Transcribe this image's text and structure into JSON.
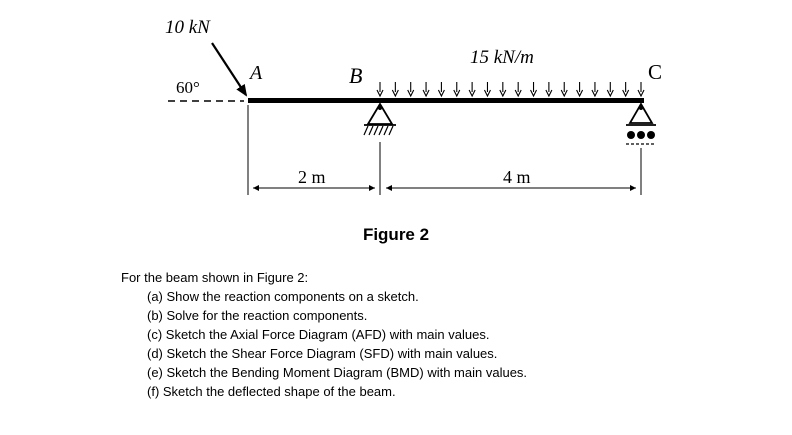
{
  "figure": {
    "force_label": "10 kN",
    "angle_label": "60°",
    "point_a": "A",
    "point_b": "B",
    "point_c": "C",
    "udl_label": "15 kN/m",
    "dim_ab": "2 m",
    "dim_bc": "4 m",
    "caption": "Figure 2"
  },
  "problem": {
    "intro": "For the beam shown in Figure 2:",
    "items": [
      "(a) Show the reaction components on a sketch.",
      "(b) Solve for the reaction components.",
      "(c) Sketch the Axial Force Diagram (AFD) with main values.",
      "(d) Sketch the Shear Force Diagram (SFD) with main values.",
      "(e) Sketch the Bending Moment Diagram (BMD) with main values.",
      "(f) Sketch the deflected shape of the beam."
    ]
  }
}
